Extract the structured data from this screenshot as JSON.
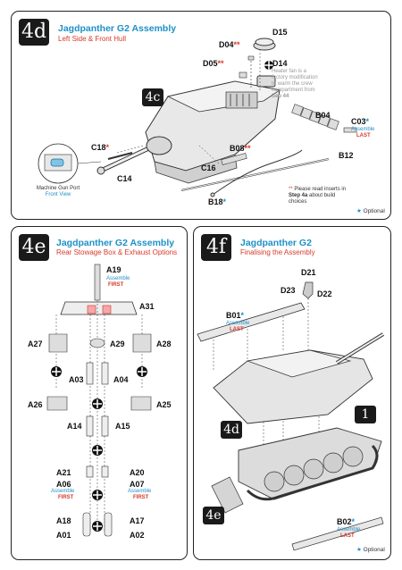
{
  "panel_4d": {
    "step": "4d",
    "title": "Jagdpanther G2 Assembly",
    "subtitle": "Left Side & Front Hull",
    "inset_badge": "4c",
    "parts": {
      "d15": "D15",
      "d04": "D04",
      "d05": "D05",
      "d14": "D14",
      "c18": "C18",
      "c14": "C14",
      "c16": "C16",
      "b08": "B08",
      "b04": "B04",
      "c03": "C03",
      "b12": "B12",
      "b18": "B18"
    },
    "d14_note": "Heater fan is a factory modification to warm the crew compartment from",
    "d14_note_ref": "Sep 44",
    "c03_tag1": "Assemble",
    "c03_tag2": "LAST",
    "gun_port_label": "Machine Gun Port",
    "gun_port_view": "Front View",
    "insert_note_1": "Please read inserts in",
    "insert_note_2": "Step 4a",
    "insert_note_3": "about build choices",
    "optional": "Optional"
  },
  "panel_4e": {
    "step": "4e",
    "title": "Jagdpanther G2 Assembly",
    "subtitle": "Rear Stowage Box & Exhaust Options",
    "parts": {
      "a19": "A19",
      "a31": "A31",
      "a27": "A27",
      "a29": "A29",
      "a28": "A28",
      "a03": "A03",
      "a04": "A04",
      "a26": "A26",
      "a25": "A25",
      "a14": "A14",
      "a15": "A15",
      "a21": "A21",
      "a20": "A20",
      "a06": "A06",
      "a07": "A07",
      "a18": "A18",
      "a17": "A17",
      "a01": "A01",
      "a02": "A02"
    },
    "a19_tag1": "Assemble",
    "a19_tag2": "FIRST",
    "a06_tag1": "Assemble",
    "a06_tag2": "FIRST",
    "a07_tag1": "Assemble",
    "a07_tag2": "FIRST"
  },
  "panel_4f": {
    "step": "4f",
    "title": "Jagdpanther G2",
    "subtitle": "Finalising the Assembly",
    "parts": {
      "d21": "D21",
      "d23": "D23",
      "d22": "D22",
      "b01": "B01",
      "b02": "B02"
    },
    "b01_tag1": "Assemble",
    "b01_tag2": "LAST",
    "b02_tag1": "Assemble",
    "b02_tag2": "LAST",
    "badge_1": "1",
    "badge_4d": "4d",
    "badge_4e": "4e",
    "optional": "Optional"
  }
}
